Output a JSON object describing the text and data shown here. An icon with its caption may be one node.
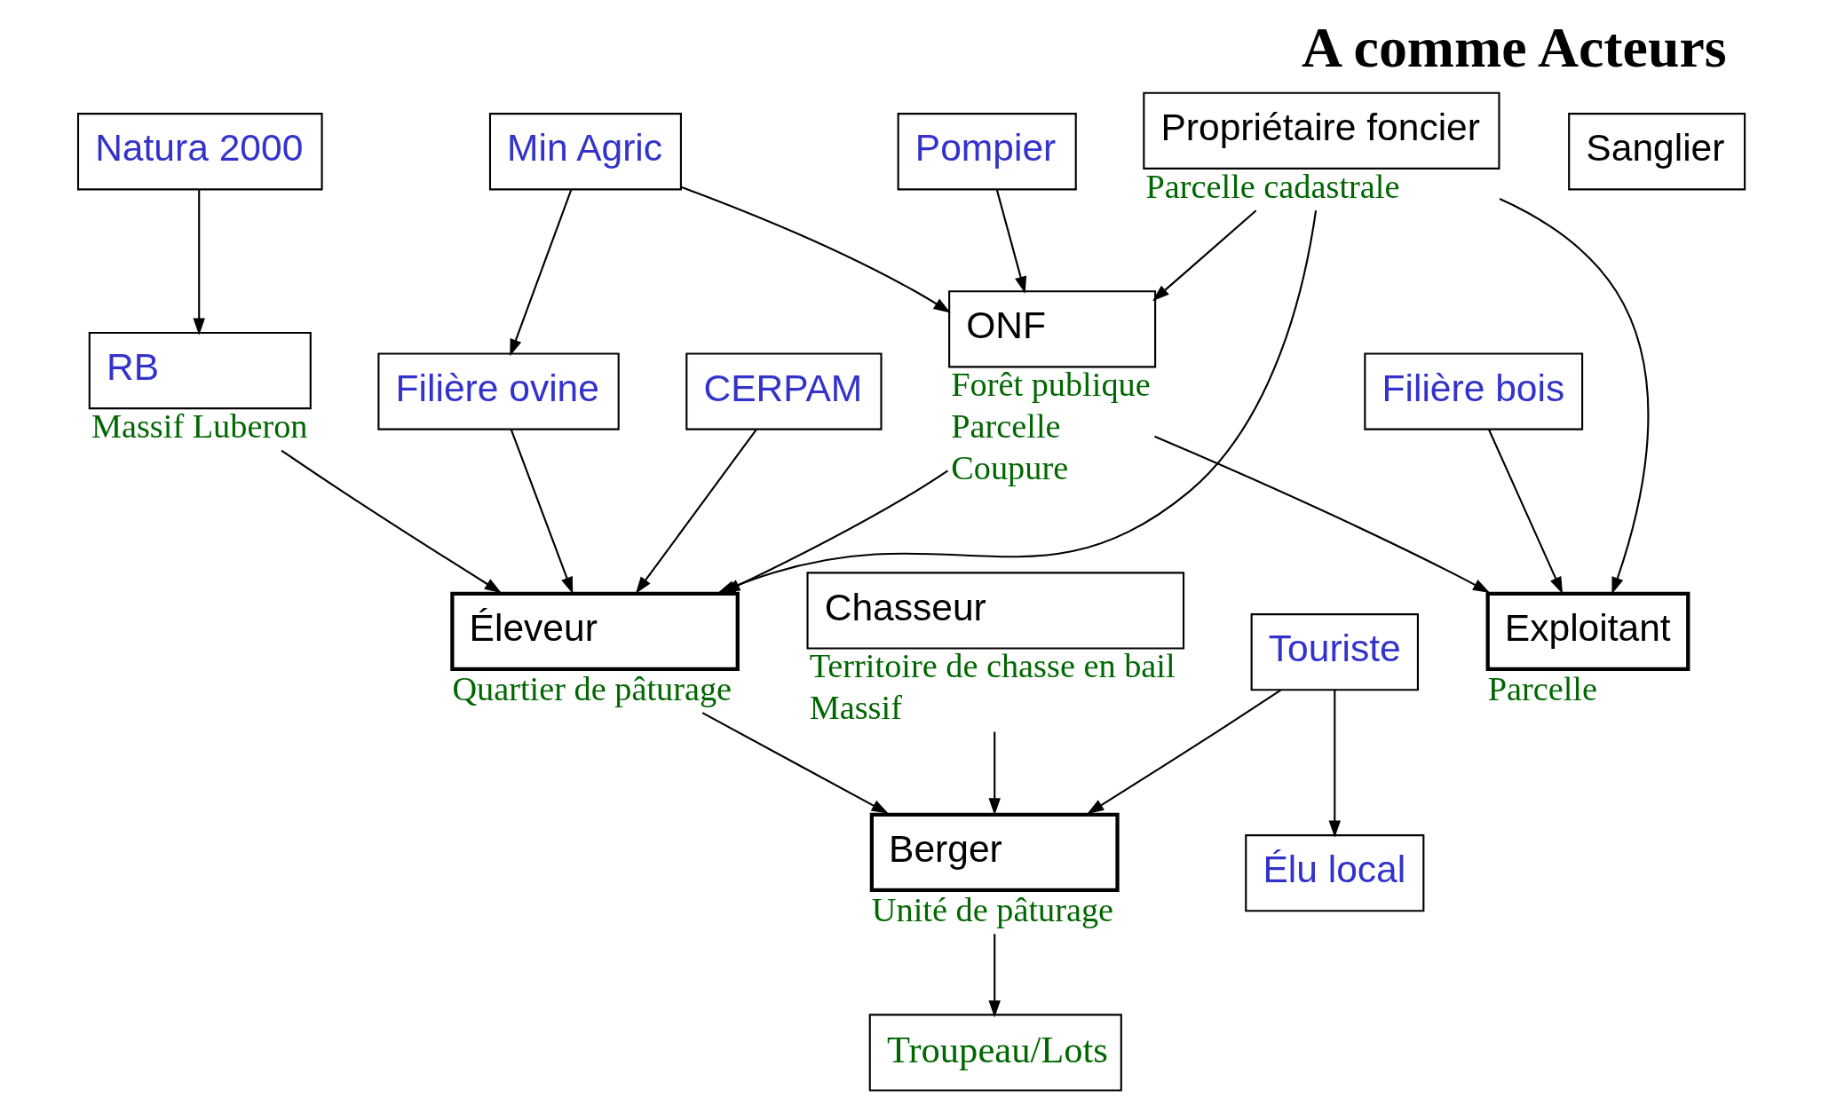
{
  "diagram": {
    "title": "A comme Acteurs",
    "nodes": [
      {
        "text": [
          "Min Agric"
        ]
      },
      {
        "text": [
          "Pompier"
        ]
      },
      {
        "text": [
          "Filière bois"
        ]
      },
      {
        "text": [
          "Filière ovine"
        ]
      },
      {
        "text": [
          "Natura 2000"
        ]
      },
      {
        "text": [
          "ONF"
        ],
        "beside": [
          "Forêt publique",
          "Parcelle",
          "Coupure"
        ]
      },
      {
        "text": [
          "CERPAM"
        ]
      },
      {
        "text": [
          "RB"
        ],
        "beside": [
          "Massif Luberon"
        ]
      },
      {
        "text": [
          "Exploitant"
        ],
        "beside": [
          "Parcelle"
        ]
      },
      {
        "text": [
          "Éleveur"
        ],
        "beside": [
          "Quartier de pâturage"
        ]
      },
      {
        "text": [
          "Chasseur"
        ],
        "beside": [
          "Territoire de chasse en bail",
          "Massif"
        ]
      },
      {
        "text": [
          "Sanglier"
        ]
      },
      {
        "text": [
          "Propriétaire foncier"
        ],
        "beside": [
          "Parcelle cadastrale"
        ]
      },
      {
        "text": [
          "Berger"
        ],
        "beside": [
          "Unité de pâturage"
        ]
      },
      {
        "text": [
          "Touriste"
        ]
      },
      {
        "text": [
          "Élu local"
        ]
      },
      {
        "text": [
          "Troupeau/Lots"
        ]
      }
    ],
    "edges": [
      {
        "from": 0,
        "to": 5,
        "arrow": "to"
      },
      {
        "from": 0,
        "to": 3,
        "arrow": "to"
      },
      {
        "from": 1,
        "to": 5,
        "arrow": "to"
      },
      {
        "from": 2,
        "to": 8,
        "arrow": "to"
      },
      {
        "from": 3,
        "to": 9,
        "arrow": "to"
      },
      {
        "from": 4,
        "to": 7,
        "arrow": "to"
      },
      {
        "from": 5,
        "to": 8,
        "arrow": "to"
      },
      {
        "from": 5,
        "to": 9,
        "arrow": "to"
      },
      {
        "from": 6,
        "to": 9,
        "arrow": "to"
      },
      {
        "from": 7,
        "to": 9,
        "arrow": "to"
      },
      {
        "from": 12,
        "to": 5,
        "arrow": "to"
      },
      {
        "from": 12,
        "to": 8,
        "arrow": "to"
      },
      {
        "from": 12,
        "to": 9,
        "arrow": "to"
      },
      {
        "from": 9,
        "to": 13,
        "arrow": "to"
      },
      {
        "from": 10,
        "to": 13,
        "arrow": "to"
      },
      {
        "from": 14,
        "to": 13,
        "arrow": "to"
      },
      {
        "from": 14,
        "to": 15,
        "arrow": "to"
      },
      {
        "from": 13,
        "to": 16,
        "arrow": "to"
      }
    ]
  }
}
